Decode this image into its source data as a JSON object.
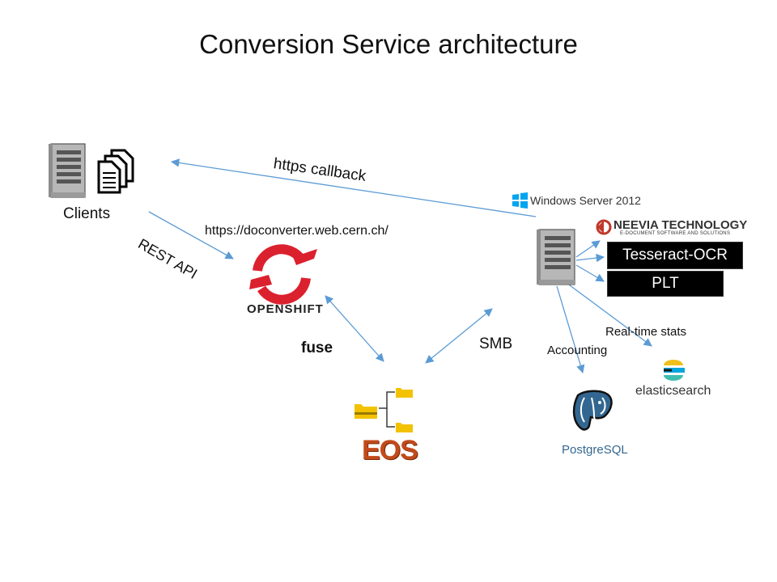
{
  "title": "Conversion Service architecture",
  "nodes": {
    "clients": "Clients",
    "openshift_url": "https://doconverter.web.cern.ch/",
    "openshift_logo": "OPENSHIFT",
    "windows_server": "Windows Server 2012",
    "neevia": "NEEVIA TECHNOLOGY",
    "neevia_sub": "E-DOCUMENT SOFTWARE AND SOLUTIONS",
    "tesseract": "Tesseract-OCR",
    "plt": "PLT",
    "eos": "EOS",
    "postgres": "PostgreSQL",
    "elasticsearch": "elasticsearch"
  },
  "edges": {
    "https_callback": "https callback",
    "rest_api": "REST API",
    "fuse": "fuse",
    "smb": "SMB",
    "accounting": "Accounting",
    "realtime_stats": "Real-time stats"
  },
  "colors": {
    "arrow": "#5b9bd5",
    "openshift_red": "#db212e",
    "folder": "#f2c200",
    "postgres_blue": "#336791",
    "windows_blue": "#00a4ef"
  }
}
